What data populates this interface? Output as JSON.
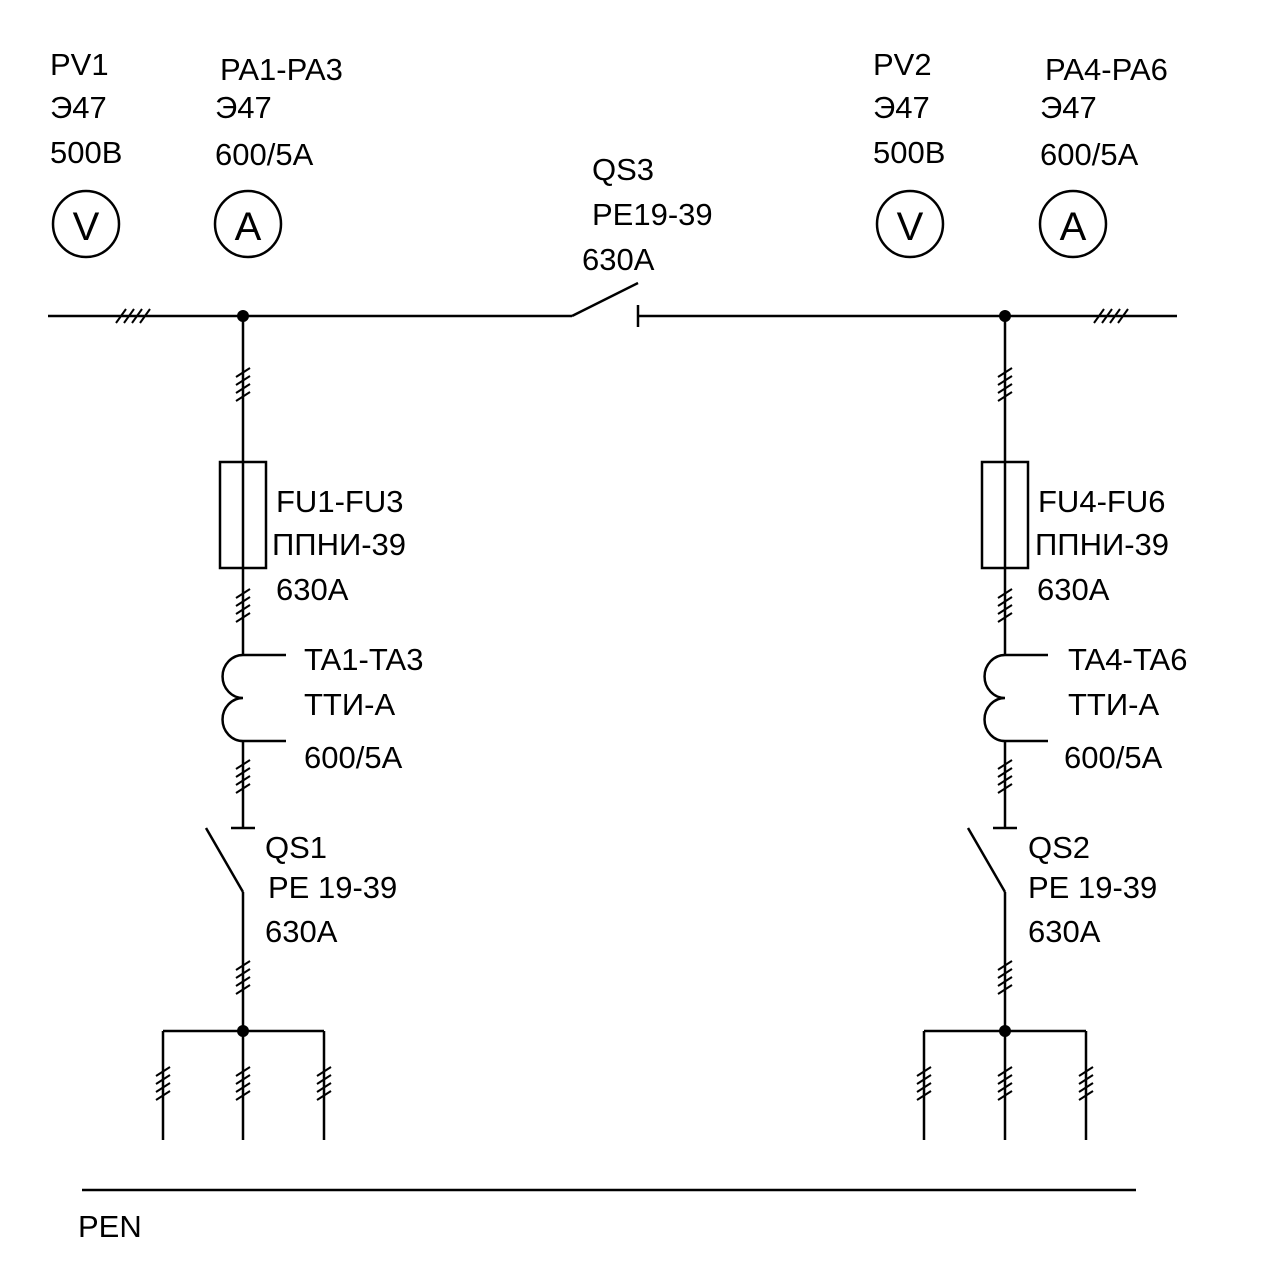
{
  "meters": {
    "pv1": {
      "name": "PV1",
      "type": "Э47",
      "rating": "500В",
      "symbol": "V"
    },
    "pa1": {
      "name": "PA1-PA3",
      "type": "Э47",
      "rating": "600/5А",
      "symbol": "A"
    },
    "pv2": {
      "name": "PV2",
      "type": "Э47",
      "rating": "500В",
      "symbol": "V"
    },
    "pa2": {
      "name": "PA4-PA6",
      "type": "Э47",
      "rating": "600/5А",
      "symbol": "A"
    }
  },
  "tie_switch": {
    "name": "QS3",
    "type": "РЕ19-39",
    "rating": "630А"
  },
  "left": {
    "fuse": {
      "name": "FU1-FU3",
      "type": "ППНИ-39",
      "rating": "630А"
    },
    "ct": {
      "name": "TA1-TA3",
      "type": "ТТИ-А",
      "rating": "600/5А"
    },
    "switch": {
      "name": "QS1",
      "type": "РЕ 19-39",
      "rating": "630А"
    }
  },
  "right": {
    "fuse": {
      "name": "FU4-FU6",
      "type": "ППНИ-39",
      "rating": "630А"
    },
    "ct": {
      "name": "TA4-TA6",
      "type": "ТТИ-А",
      "rating": "600/5А"
    },
    "switch": {
      "name": "QS2",
      "type": "РЕ 19-39",
      "rating": "630А"
    }
  },
  "pen": {
    "label": "PEN"
  }
}
